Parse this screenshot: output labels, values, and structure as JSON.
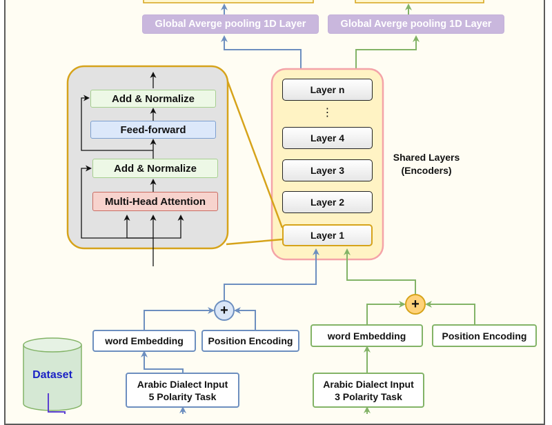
{
  "pooling": {
    "left_label": "Global Averge pooling 1D Layer",
    "right_label": "Global Averge pooling 1D Layer"
  },
  "encoder_block": {
    "add_normalize_top": "Add & Normalize",
    "feed_forward": "Feed-forward",
    "add_normalize_bottom": "Add & Normalize",
    "multi_head_attention": "Multi-Head Attention"
  },
  "shared": {
    "layers": [
      "Layer n",
      "⋮",
      "Layer 4",
      "Layer 3",
      "Layer 2",
      "Layer 1"
    ],
    "label_line1": "Shared Layers",
    "label_line2": "(Encoders)"
  },
  "left_branch": {
    "word_embedding": "word Embedding",
    "position_encoding": "Position Encoding",
    "input_line1": "Arabic Dialect Input",
    "input_line2": "5 Polarity Task",
    "plus": "+"
  },
  "right_branch": {
    "word_embedding": "word Embedding",
    "position_encoding": "Position Encoding",
    "input_line1": "Arabic Dialect Input",
    "input_line2": "3 Polarity Task",
    "plus": "+"
  },
  "dataset": {
    "label": "Dataset"
  },
  "colors": {
    "blue_arrow": "#6c8ebf",
    "green_arrow": "#82b366",
    "gold": "#d6a31a",
    "pink_border": "#f4a3a8",
    "pool_purple": "#c9b7dd",
    "dataset_green": "#d5e8d4",
    "dataset_text": "#1b22c5"
  }
}
